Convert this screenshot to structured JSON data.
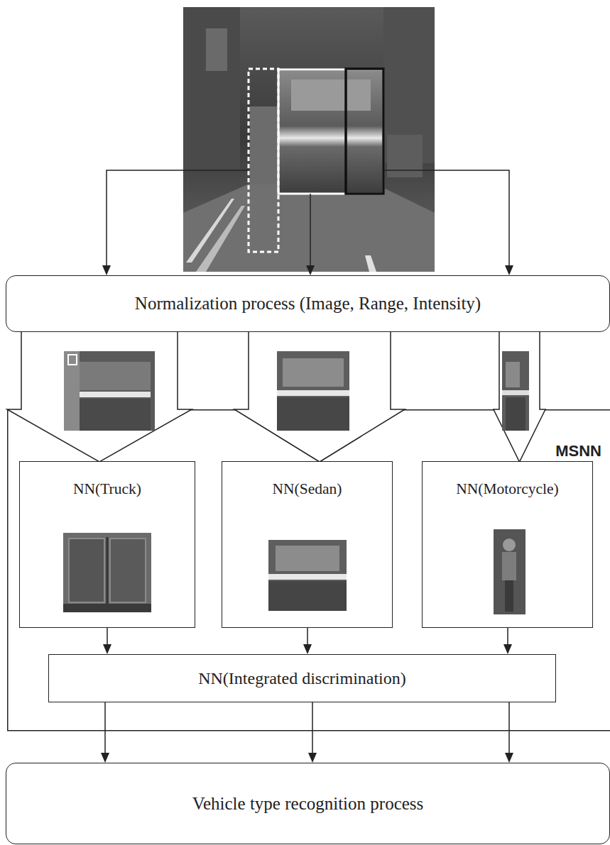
{
  "diagram": {
    "nodes": [
      {
        "text": [
          "Normalization process (Image, Range, Intensity)"
        ]
      },
      {
        "text": [
          "MSNN"
        ]
      },
      {
        "text": [
          "NN(Truck)"
        ],
        "in": 1
      },
      {
        "text": [
          "NN(Sedan)"
        ],
        "in": 1
      },
      {
        "text": [
          "NN(Motorcycle)"
        ],
        "in": 1
      },
      {
        "text": [
          "NN(Integrated discrimination)"
        ],
        "in": 1
      },
      {
        "text": [
          "Vehicle type recognition process"
        ]
      }
    ],
    "edges": [
      {
        "from": 0,
        "to": 2,
        "arrow": "to"
      },
      {
        "from": 0,
        "to": 3,
        "arrow": "to"
      },
      {
        "from": 0,
        "to": 4,
        "arrow": "to"
      },
      {
        "from": 2,
        "to": 5,
        "arrow": "to"
      },
      {
        "from": 3,
        "to": 5,
        "arrow": "to"
      },
      {
        "from": 4,
        "to": 5,
        "arrow": "to"
      },
      {
        "from": 5,
        "to": 6,
        "arrow": "to"
      },
      {
        "from": 5,
        "to": 6,
        "arrow": "to"
      },
      {
        "from": 5,
        "to": 6,
        "arrow": "to"
      }
    ]
  }
}
